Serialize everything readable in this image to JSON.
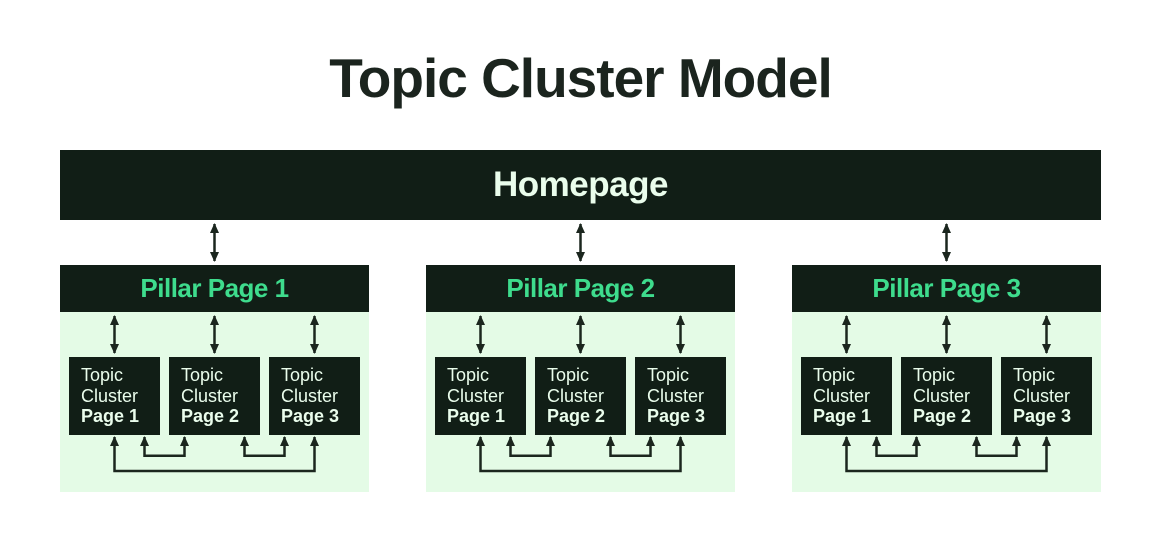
{
  "title": "Topic Cluster Model",
  "homepage": {
    "label": "Homepage"
  },
  "pillars": [
    {
      "label": "Pillar Page 1",
      "clusters": [
        {
          "name": "Topic Cluster",
          "page": "Page 1"
        },
        {
          "name": "Topic Cluster",
          "page": "Page 2"
        },
        {
          "name": "Topic Cluster",
          "page": "Page 3"
        }
      ]
    },
    {
      "label": "Pillar Page 2",
      "clusters": [
        {
          "name": "Topic Cluster",
          "page": "Page 1"
        },
        {
          "name": "Topic Cluster",
          "page": "Page 2"
        },
        {
          "name": "Topic Cluster",
          "page": "Page 3"
        }
      ]
    },
    {
      "label": "Pillar Page 3",
      "clusters": [
        {
          "name": "Topic Cluster",
          "page": "Page 1"
        },
        {
          "name": "Topic Cluster",
          "page": "Page 2"
        },
        {
          "name": "Topic Cluster",
          "page": "Page 3"
        }
      ]
    }
  ],
  "colors": {
    "dark": "#111e16",
    "mint_text": "#eafdec",
    "green_accent": "#3edc8d",
    "light_green_bg": "#e4fbe6",
    "arrow": "#1b261e",
    "title_text": "#1b241e"
  }
}
